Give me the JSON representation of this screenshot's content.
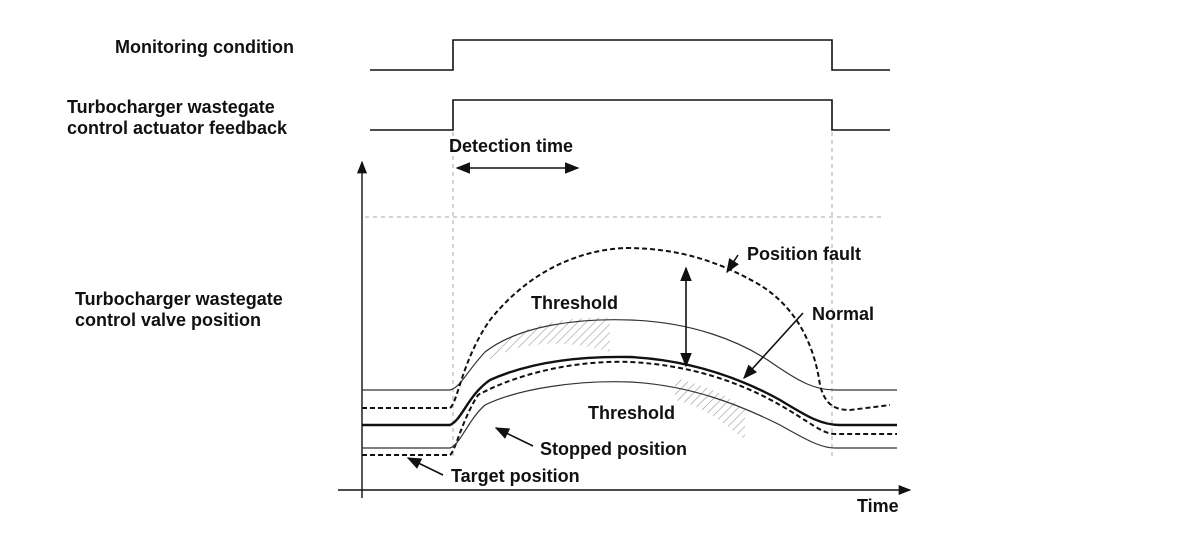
{
  "labels": {
    "monitoring_condition": "Monitoring condition",
    "actuator_feedback_line1": "Turbocharger wastegate",
    "actuator_feedback_line2": "control actuator feedback",
    "valve_position_line1": "Turbocharger wastegate",
    "valve_position_line2": "control valve position",
    "detection_time": "Detection time",
    "position_fault": "Position fault",
    "threshold_upper": "Threshold",
    "normal": "Normal",
    "threshold_lower": "Threshold",
    "stopped_position": "Stopped position",
    "target_position": "Target position",
    "time_axis": "Time"
  },
  "colors": {
    "line": "#111111",
    "grid": "#aaaaaa",
    "hatch": "#999999"
  }
}
